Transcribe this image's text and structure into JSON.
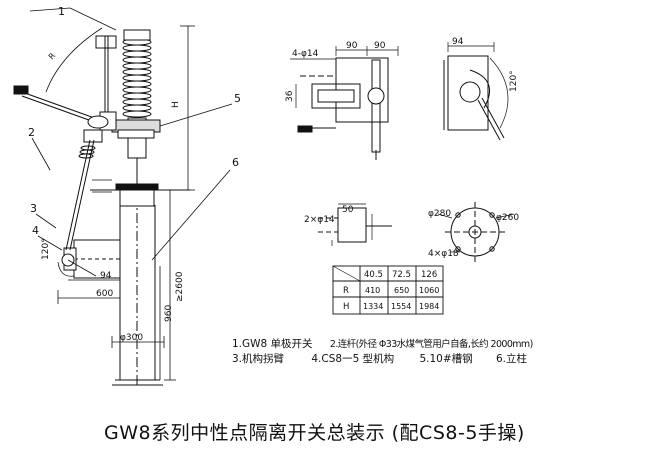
{
  "title": "GW8系列中性点隔离开关总装示 (配CS8-5手操)",
  "callouts": [
    "1",
    "2",
    "3",
    "4",
    "5",
    "6"
  ],
  "dimensions": {
    "h": "H",
    "left_120": "120°",
    "d94": "94",
    "d600": "600",
    "d2600": "≥2600",
    "d960": "960",
    "d300": "φ300",
    "r_tag": "R"
  },
  "detail": {
    "hole": "4-φ14",
    "d90a": "90",
    "d90b": "90",
    "d36": "36",
    "d94": "94",
    "d120": "120°",
    "hole2": "2×φ14",
    "d50": "50",
    "d280": "φ280",
    "d260": "φ260",
    "hole3": "4×φ18"
  },
  "table": {
    "headers": [
      "40.5",
      "72.5",
      "126"
    ],
    "rows": [
      {
        "label": "R",
        "values": [
          "410",
          "650",
          "1060"
        ]
      },
      {
        "label": "H",
        "values": [
          "1334",
          "1554",
          "1984"
        ]
      }
    ]
  },
  "legend": {
    "line1": [
      "1.GW8 单极开关",
      "2.连杆(外径 Φ33水煤气管用户自备,长约 2000mm)"
    ],
    "line2": [
      "3.机构拐臂",
      "4.CS8一5 型机构",
      "5.10#槽钢",
      "6.立柱"
    ]
  }
}
